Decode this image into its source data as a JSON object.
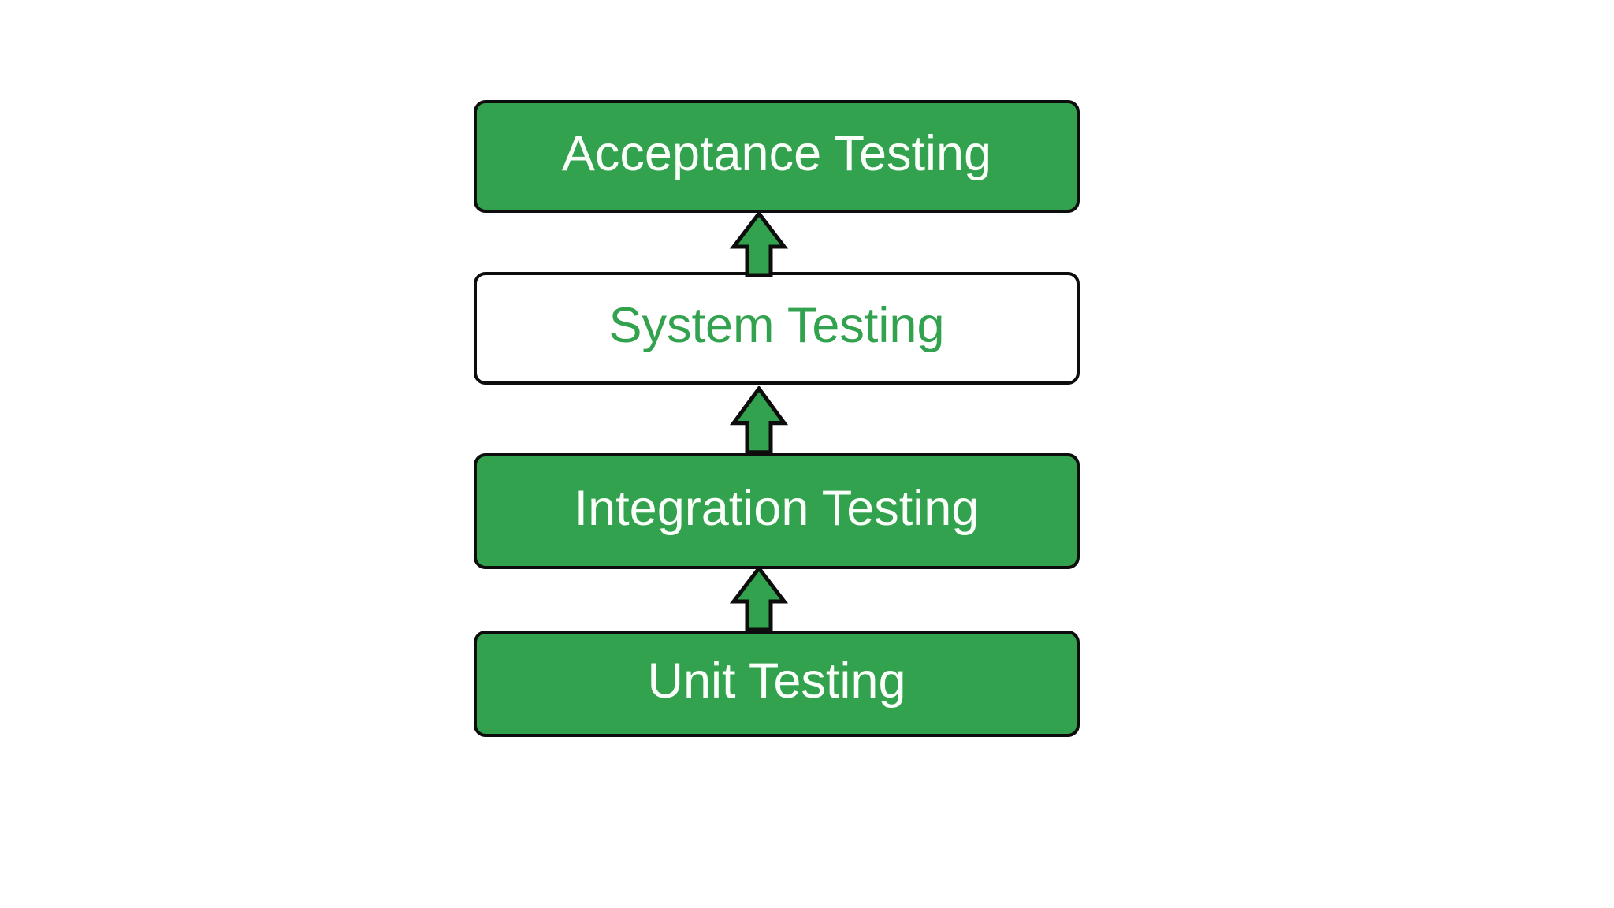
{
  "diagram": {
    "levels": [
      {
        "label": "Acceptance Testing",
        "variant": "filled"
      },
      {
        "label": "System Testing",
        "variant": "outline"
      },
      {
        "label": "Integration Testing",
        "variant": "filled"
      },
      {
        "label": "Unit Testing",
        "variant": "filled"
      }
    ],
    "arrows": {
      "direction": "up",
      "count": 3
    },
    "colors": {
      "green": "#32a24e",
      "border": "#0d0d0d",
      "filled_text": "#ffffff",
      "outline_text": "#32a24e",
      "background": "#ffffff"
    }
  }
}
